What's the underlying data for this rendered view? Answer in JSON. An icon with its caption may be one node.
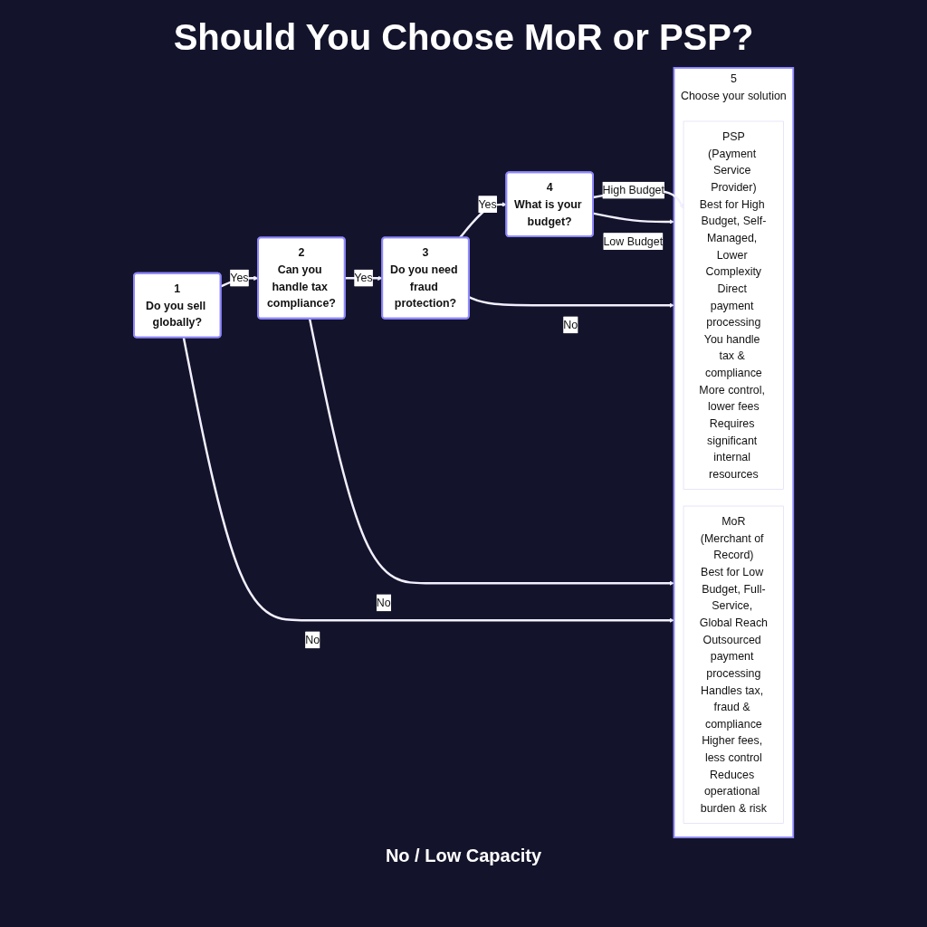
{
  "diagram": {
    "title": "Should You Choose MoR or PSP?",
    "nodes": [
      {
        "text": [
          "1",
          "Do you sell globally?"
        ]
      },
      {
        "text": [
          "2",
          "Can you handle tax compliance?"
        ]
      },
      {
        "text": [
          "3",
          "Do you need fraud protection?"
        ]
      },
      {
        "text": [
          "4",
          "What is your budget?"
        ]
      },
      {
        "text": [
          "5",
          "Choose your solution"
        ]
      },
      {
        "text": [
          "PSP",
          "(Payment Service Provider)",
          "Best for High Budget, Self-Managed, Lower Complexity",
          "Direct payment processing",
          "You handle tax & compliance",
          "More control, lower fees",
          "Requires significant internal resources"
        ],
        "in": 4
      },
      {
        "text": [
          "MoR",
          "(Merchant of Record)",
          "Best for Low Budget, Full-Service, Global Reach",
          "Outsourced payment processing",
          "Handles tax, fraud & compliance",
          "Higher fees, less control",
          "Reduces operational burden & risk"
        ],
        "in": 4
      }
    ],
    "edges": [
      {
        "from": 0,
        "to": 1,
        "arrow": "to",
        "label": "Yes"
      },
      {
        "from": 1,
        "to": 2,
        "arrow": "to",
        "label": "Yes"
      },
      {
        "from": 2,
        "to": 3,
        "arrow": "to",
        "label": "Yes"
      },
      {
        "from": 3,
        "to": 5,
        "arrow": "to",
        "label": "High Budget"
      },
      {
        "from": 3,
        "to": 4,
        "arrow": "to",
        "label": "Low Budget"
      },
      {
        "from": 0,
        "to": 4,
        "arrow": "to",
        "label": "No"
      },
      {
        "from": 1,
        "to": 4,
        "arrow": "to",
        "label": "No"
      },
      {
        "from": 2,
        "to": 4,
        "arrow": "to",
        "label": "No"
      }
    ],
    "labels": [
      "No / Low Capacity"
    ]
  }
}
